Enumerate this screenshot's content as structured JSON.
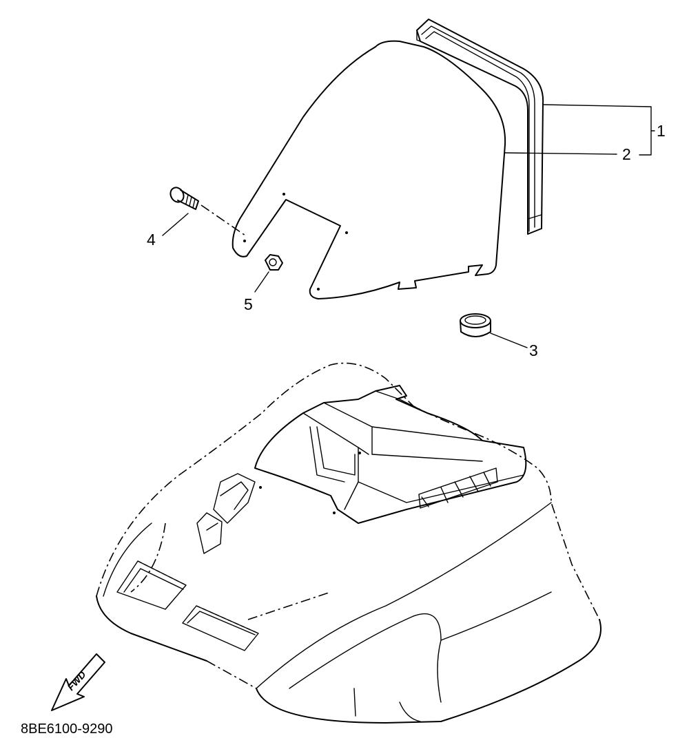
{
  "callouts": [
    {
      "label": "1",
      "part": "top cowling seal assembly"
    },
    {
      "label": "2",
      "part": "seal"
    },
    {
      "label": "3",
      "part": "grommet"
    },
    {
      "label": "4",
      "part": "bolt"
    },
    {
      "label": "5",
      "part": "nut"
    }
  ],
  "direction_arrow": {
    "label": "FWD"
  },
  "drawing_id": "8BE6100-9290",
  "colors": {
    "line": "#000000",
    "background": "#ffffff"
  }
}
